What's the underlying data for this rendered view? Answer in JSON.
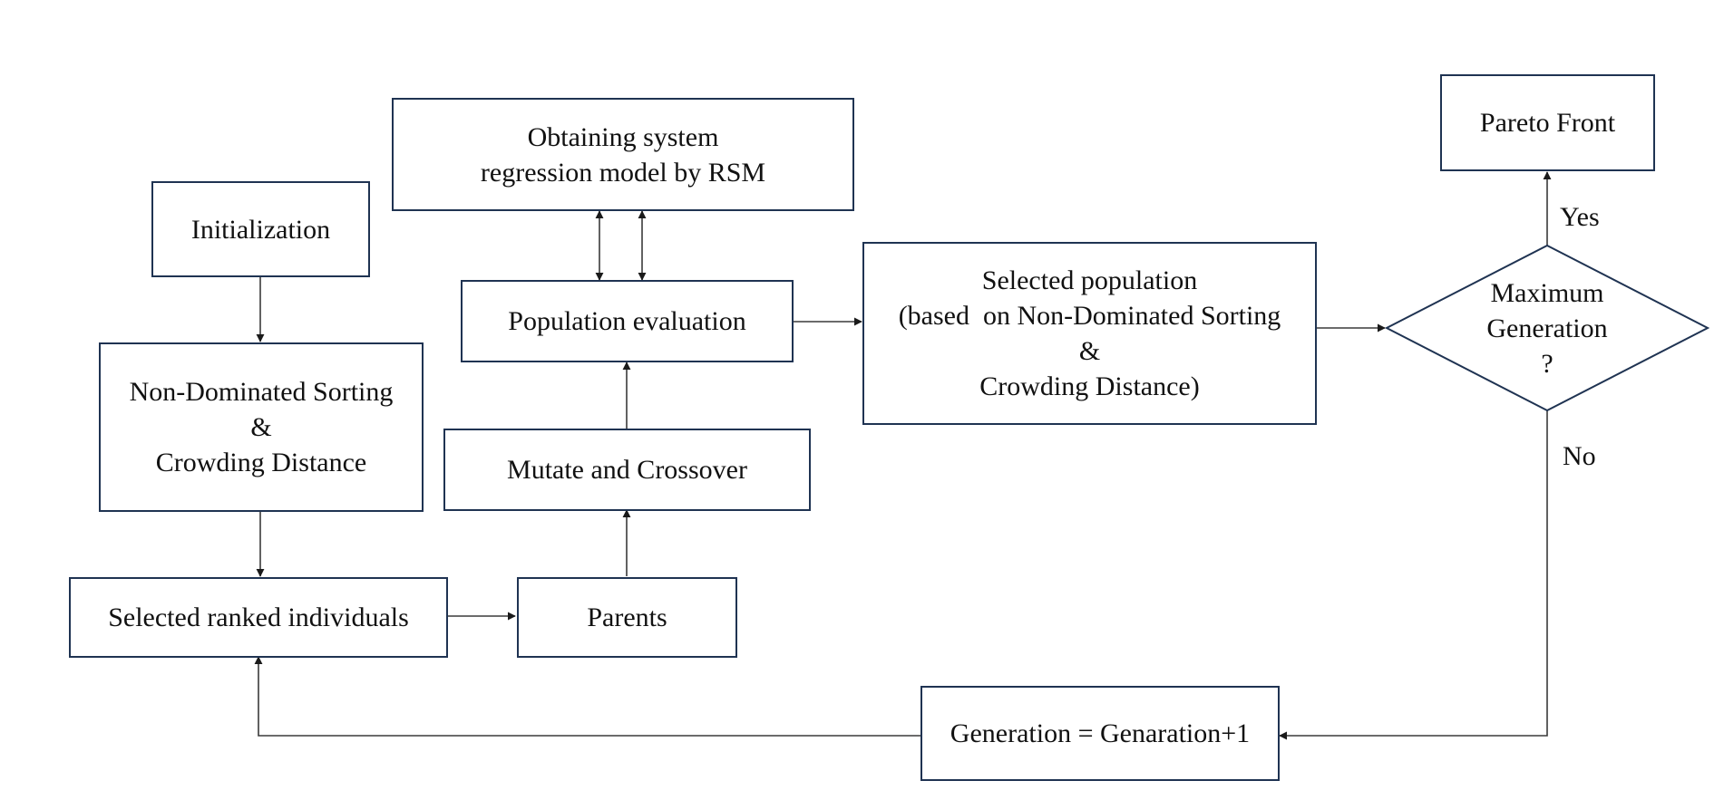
{
  "nodes": {
    "initialization": {
      "lines": [
        "Initialization"
      ]
    },
    "nds_crowding": {
      "lines": [
        "Non-Dominated Sorting",
        "&",
        "Crowding Distance"
      ]
    },
    "selected_ranked": {
      "lines": [
        "Selected ranked individuals"
      ]
    },
    "parents": {
      "lines": [
        "Parents"
      ]
    },
    "mutate_crossover": {
      "lines": [
        "Mutate and Crossover"
      ]
    },
    "population_evaluation": {
      "lines": [
        "Population evaluation"
      ]
    },
    "obtaining_model": {
      "lines": [
        "Obtaining system",
        "regression model by RSM"
      ]
    },
    "selected_population": {
      "lines": [
        "Selected population",
        "(based  on Non-Dominated Sorting",
        "&",
        "Crowding Distance)"
      ]
    },
    "max_generation": {
      "lines": [
        "Maximum",
        "Generation",
        "?"
      ]
    },
    "pareto_front": {
      "lines": [
        "Pareto Front"
      ]
    },
    "generation_increment": {
      "lines": [
        "Generation = Genaration+1"
      ]
    }
  },
  "edge_labels": {
    "yes": "Yes",
    "no": "No"
  },
  "colors": {
    "box_border": "#1f3352",
    "connector": "#3a3a3a",
    "text": "#111111"
  }
}
